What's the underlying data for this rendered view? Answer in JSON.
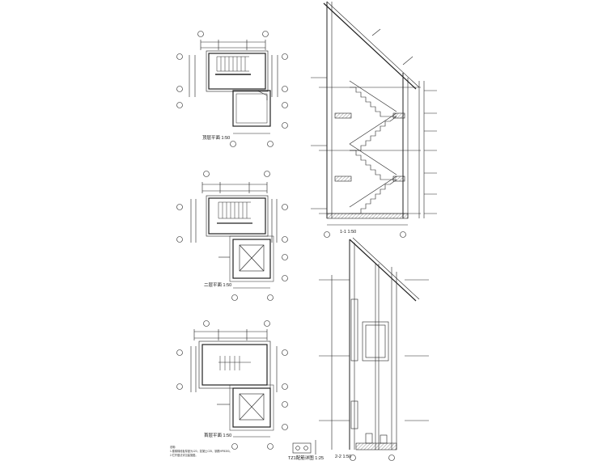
{
  "plans": [
    {
      "title": "顶层平面 1:50"
    },
    {
      "title": "二层平面 1:50"
    },
    {
      "title": "首层平面 1:50"
    }
  ],
  "sections": [
    {
      "title": "1-1 1:50"
    },
    {
      "title": "2-2 1:50"
    }
  ],
  "detail": {
    "title": "TZ1配筋详图 1:25"
  },
  "notes": {
    "heading": "说明:",
    "line1": "1.楼梯梯段板厚度为120，混凝土C25，钢筋HPB300。",
    "line2": "2.栏杆做法详见建施图。"
  }
}
